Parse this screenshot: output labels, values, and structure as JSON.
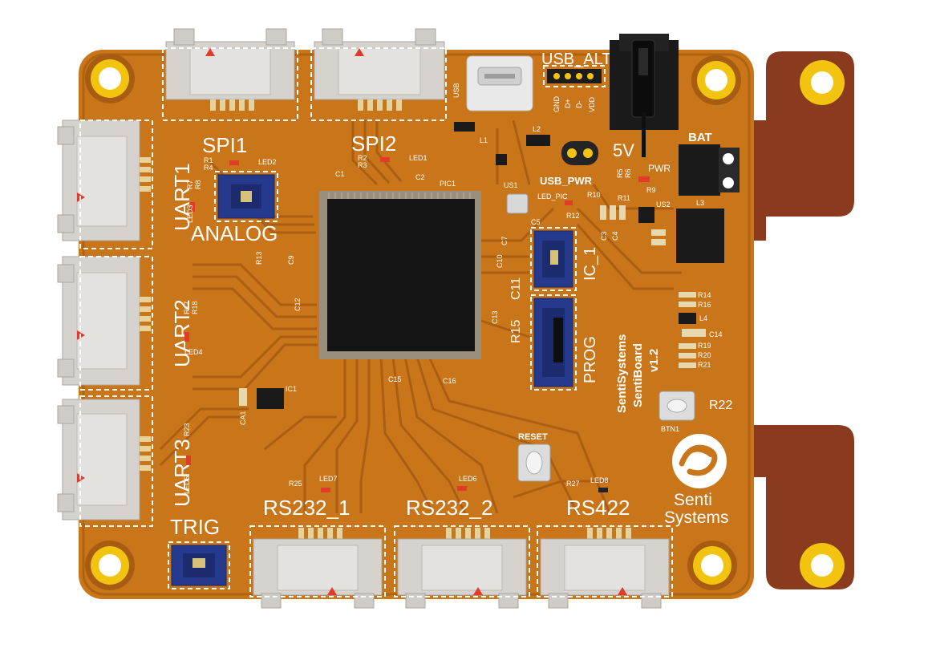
{
  "board": {
    "brand_line1": "Senti",
    "brand_line2": "Systems",
    "vertical_title_1": "SentiSystems",
    "vertical_title_2": "SentiBoard",
    "vertical_title_3": "v1.2",
    "colors": {
      "pcb": "#c9761a",
      "pcb_dark": "#a85c12",
      "flex": "#8a3b1e",
      "connector": "#d6d3cf",
      "chip": "#141414",
      "pad": "#f2c40f",
      "header_blue": "#253a8c"
    }
  },
  "labels": {
    "spi1": "SPI1",
    "spi2": "SPI2",
    "usb_alt": "USB_ALT",
    "usb": "USB",
    "usb_pwr": "USB_PWR",
    "v5": "5V",
    "bat": "BAT",
    "uart1": "UART1",
    "uart2": "UART2",
    "uart3": "UART3",
    "analog": "ANALOG",
    "trig": "TRIG",
    "rs232_1": "RS232_1",
    "rs232_2": "RS232_2",
    "rs422": "RS422",
    "ic_1": "IC_1",
    "prog": "PROG",
    "reset": "RESET",
    "pwr": "PWR",
    "gnd": "GND",
    "dplus": "D+",
    "dminus": "D-",
    "vdd": "VDD"
  },
  "components": {
    "led1": "LED1",
    "led2": "LED2",
    "led3": "LED3",
    "led4": "LED4",
    "led5": "LED5",
    "led6": "LED6",
    "led7": "LED7",
    "led8": "LED8",
    "led_pic": "LED_PIC",
    "pic1": "PIC1",
    "us1": "US1",
    "us2": "US2",
    "ic1": "IC1",
    "c1": "C1",
    "c2": "C2",
    "c3": "C3",
    "c4": "C4",
    "c5": "C5",
    "c7": "C7",
    "c9": "C9",
    "c10": "C10",
    "c11": "C11",
    "c12": "C12",
    "c13": "C13",
    "c14": "C14",
    "c15": "C15",
    "c16": "C16",
    "ca1": "CA1",
    "l1": "L1",
    "l2": "L2",
    "l3": "L3",
    "l4": "L4",
    "r1": "R1",
    "r2": "R2",
    "r3": "R3",
    "r4": "R4",
    "r5": "R5",
    "r6": "R6",
    "r7": "R7",
    "r8": "R8",
    "r9": "R9",
    "r10": "R10",
    "r11": "R11",
    "r12": "R12",
    "r13": "R13",
    "r14": "R14",
    "r15": "R15",
    "r16": "R16",
    "r17": "R17",
    "r18": "R18",
    "r19": "R19",
    "r20": "R20",
    "r21": "R21",
    "r22": "R22",
    "r23": "R23",
    "r25": "R25",
    "r27": "R27",
    "btn1": "BTN1"
  }
}
